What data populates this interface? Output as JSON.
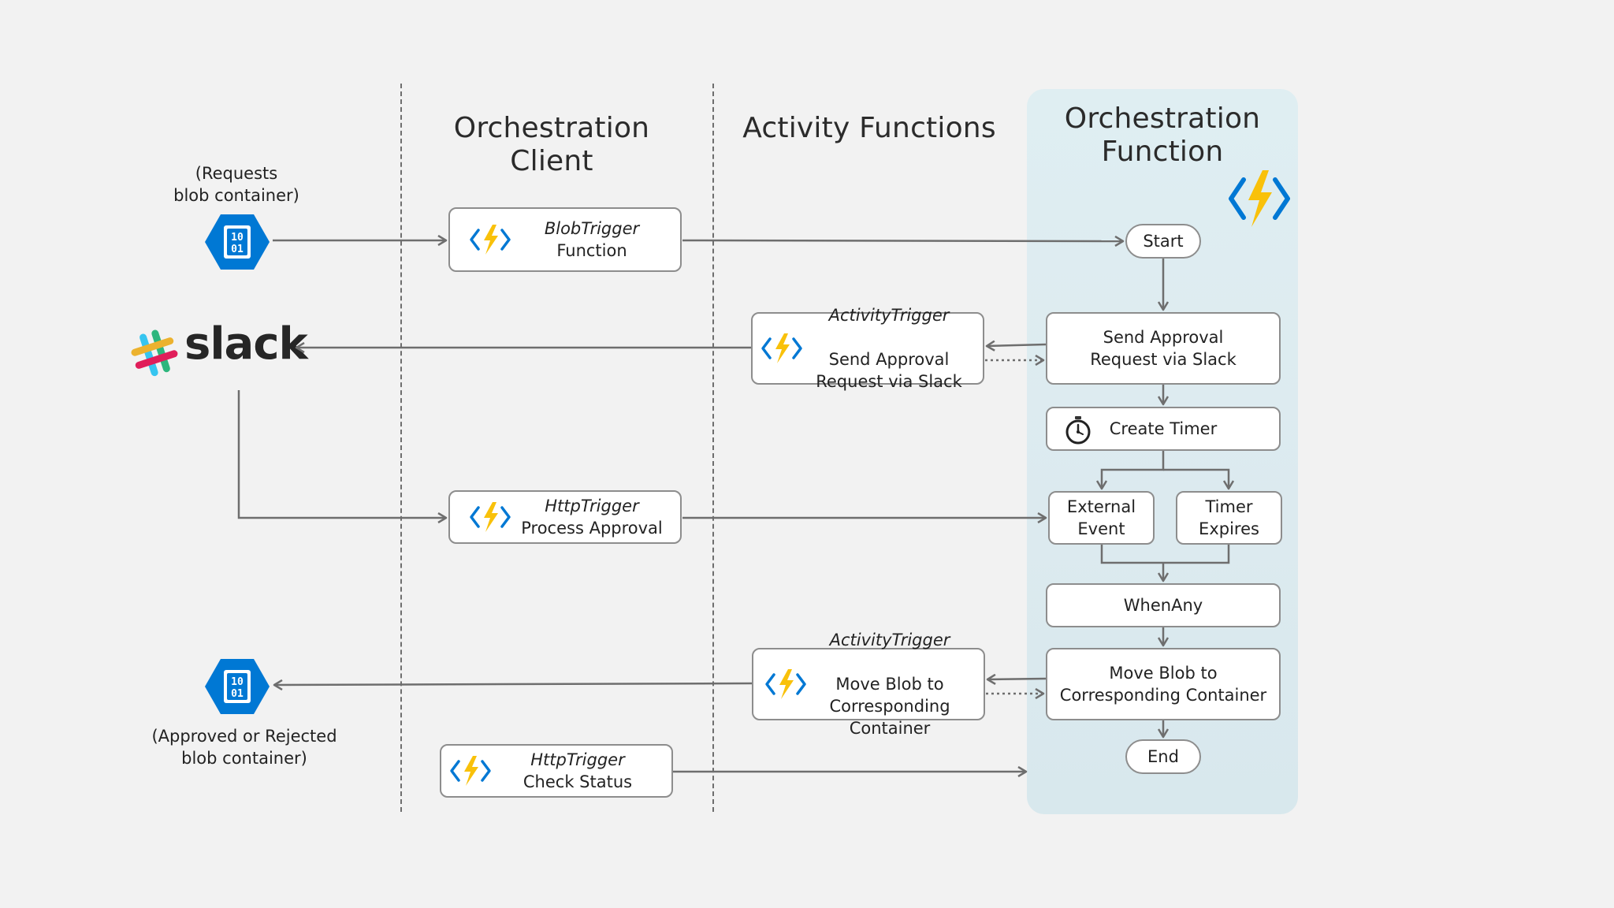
{
  "headings": {
    "client": "Orchestration Client",
    "activity": "Activity Functions",
    "orchestration": "Orchestration\nFunction"
  },
  "left": {
    "requests_caption": "(Requests\nblob container)",
    "approved_caption": "(Approved or Rejected\nblob container)",
    "blob_icon_text": "10\n01",
    "slack_label": "slack"
  },
  "client_functions": [
    {
      "trigger": "BlobTrigger",
      "name": "Function"
    },
    {
      "trigger": "HttpTrigger",
      "name": "Process Approval"
    },
    {
      "trigger": "HttpTrigger",
      "name": "Check Status"
    }
  ],
  "activity_functions": [
    {
      "trigger": "ActivityTrigger",
      "name": "Send Approval\nRequest via Slack"
    },
    {
      "trigger": "ActivityTrigger",
      "name": "Move Blob to\nCorresponding Container"
    }
  ],
  "orchestration_steps": {
    "start": "Start",
    "send": "Send Approval\nRequest via Slack",
    "timer": "Create Timer",
    "external": "External\nEvent",
    "expires": "Timer\nExpires",
    "whenany": "WhenAny",
    "move": "Move Blob to\nCorresponding Container",
    "end": "End"
  },
  "colors": {
    "panel": "#dceaef",
    "azure_blue": "#0078d4",
    "function_yellow": "#f9c10a",
    "arrow": "#6e6e6e"
  },
  "icons": [
    "azure-function-icon",
    "blob-storage-icon",
    "slack-logo-icon",
    "stopwatch-icon"
  ]
}
